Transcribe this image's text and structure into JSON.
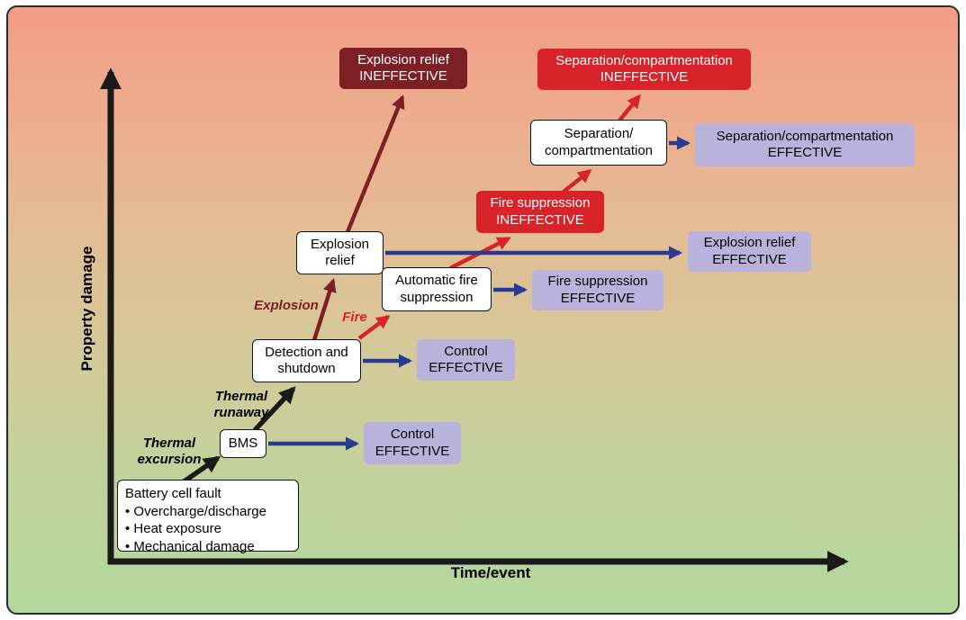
{
  "colors": {
    "effective_box": "#b9b3db",
    "ineffective_red": "#d8232a",
    "ineffective_maroon": "#7d2026",
    "arrow_blue": "#2b3990",
    "arrow_red": "#d8232a",
    "arrow_maroon": "#7d2026",
    "arrow_black": "#1a1a1a",
    "background_top": "#f29d85",
    "background_bottom": "#b2d89e"
  },
  "axes": {
    "y": "Property damage",
    "x": "Time/event"
  },
  "path_labels": {
    "thermal_excursion": "Thermal\nexcursion",
    "thermal_runaway": "Thermal\nrunaway",
    "explosion": "Explosion",
    "fire": "Fire"
  },
  "boxes": {
    "battery_fault_title": "Battery cell fault",
    "battery_fault_bullets": [
      "• Overcharge/discharge",
      "• Heat exposure",
      "• Mechanical damage"
    ],
    "bms": "BMS",
    "control_bms": "Control\nEFFECTIVE",
    "detection": "Detection and\nshutdown",
    "control_detection": "Control\nEFFECTIVE",
    "explosion_relief": "Explosion\nrelief",
    "explosion_relief_ineffective": "Explosion relief\nINEFFECTIVE",
    "explosion_relief_effective": "Explosion relief\nEFFECTIVE",
    "auto_fire_suppression": "Automatic fire\nsuppression",
    "fire_suppression_ineffective": "Fire suppression\nINEFFECTIVE",
    "fire_suppression_effective": "Fire suppression\nEFFECTIVE",
    "separation": "Separation/\ncompartmentation",
    "separation_ineffective": "Separation/compartmentation\nINEFFECTIVE",
    "separation_effective": "Separation/compartmentation\nEFFECTIVE"
  }
}
